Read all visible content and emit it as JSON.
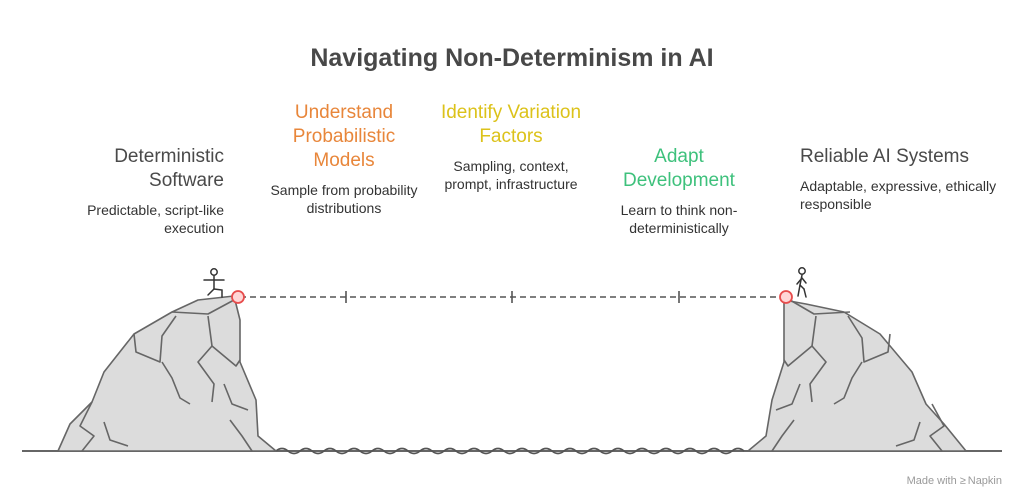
{
  "title": "Navigating Non-Determinism in AI",
  "steps": [
    {
      "label": "Deterministic Software",
      "desc": "Predictable, script-like execution",
      "color": "#4a4a4a"
    },
    {
      "label": "Understand Probabilistic Models",
      "desc": "Sample from probability distributions",
      "color": "#e8863a"
    },
    {
      "label": "Identify Variation Factors",
      "desc": "Sampling, context, prompt, infrastructure",
      "color": "#dcc21a"
    },
    {
      "label": "Adapt Development",
      "desc": "Learn to think non-deterministically",
      "color": "#3ec17c"
    },
    {
      "label": "Reliable AI Systems",
      "desc": "Adaptable, expressive, ethically responsible",
      "color": "#4a4a4a"
    }
  ],
  "footer": {
    "prefix": "Made with",
    "brand": "Napkin"
  },
  "colors": {
    "node": "#e74c4c",
    "line": "#555555",
    "cliff_fill": "#dcdcdc",
    "cliff_stroke": "#666666"
  }
}
